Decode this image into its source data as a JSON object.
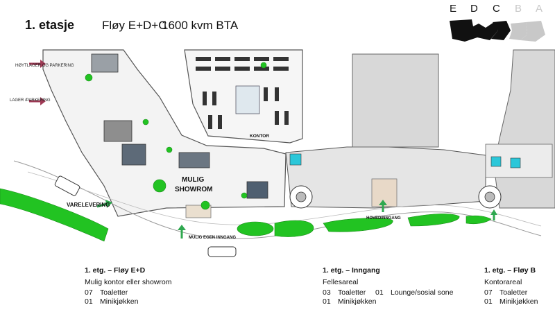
{
  "header": {
    "title": "1. etasje",
    "wing": "Fløy E+D+C",
    "area": "1600 kvm BTA"
  },
  "wings": {
    "letters": [
      "E",
      "D",
      "C",
      "B",
      "A"
    ],
    "active_color": "#111111",
    "inactive_color": "#c8c8c8"
  },
  "plan": {
    "labels": {
      "hoytlager": "HØYTLAGER OG PARKERING",
      "lager": "LAGER /PARKERING",
      "kontor": "KONTOR",
      "showroom_line1": "MULIG",
      "showroom_line2": "SHOWROM",
      "varelevering": "VARELEVERING",
      "egen_inngang": "MULIG EGEN INNGANG",
      "hovedinngang": "HOVEDINNGANG"
    },
    "colors": {
      "green": "#22c322",
      "arrow_red": "#a03a55",
      "arrow_green": "#2fa84f",
      "building": "#d8d8d8"
    }
  },
  "summaries": [
    {
      "title": "1. etg. – Fløy E+D",
      "subtitle": "Mulig kontor eller showrom",
      "rows": [
        {
          "n": "07",
          "text": "Toaletter"
        },
        {
          "n": "01",
          "text": "Minikjøkken"
        }
      ]
    },
    {
      "title": "1. etg. – Inngang",
      "subtitle": "Fellesareal",
      "rows": [
        {
          "n": "03",
          "text": "Toaletter"
        },
        {
          "n": "01",
          "text": "Minikjøkken"
        }
      ],
      "extra": {
        "n": "01",
        "text": "Lounge/sosial sone"
      }
    },
    {
      "title": "1. etg. – Fløy B",
      "subtitle": "Kontorareal",
      "rows": [
        {
          "n": "07",
          "text": "Toaletter"
        },
        {
          "n": "01",
          "text": "Minikjøkken"
        }
      ]
    }
  ]
}
